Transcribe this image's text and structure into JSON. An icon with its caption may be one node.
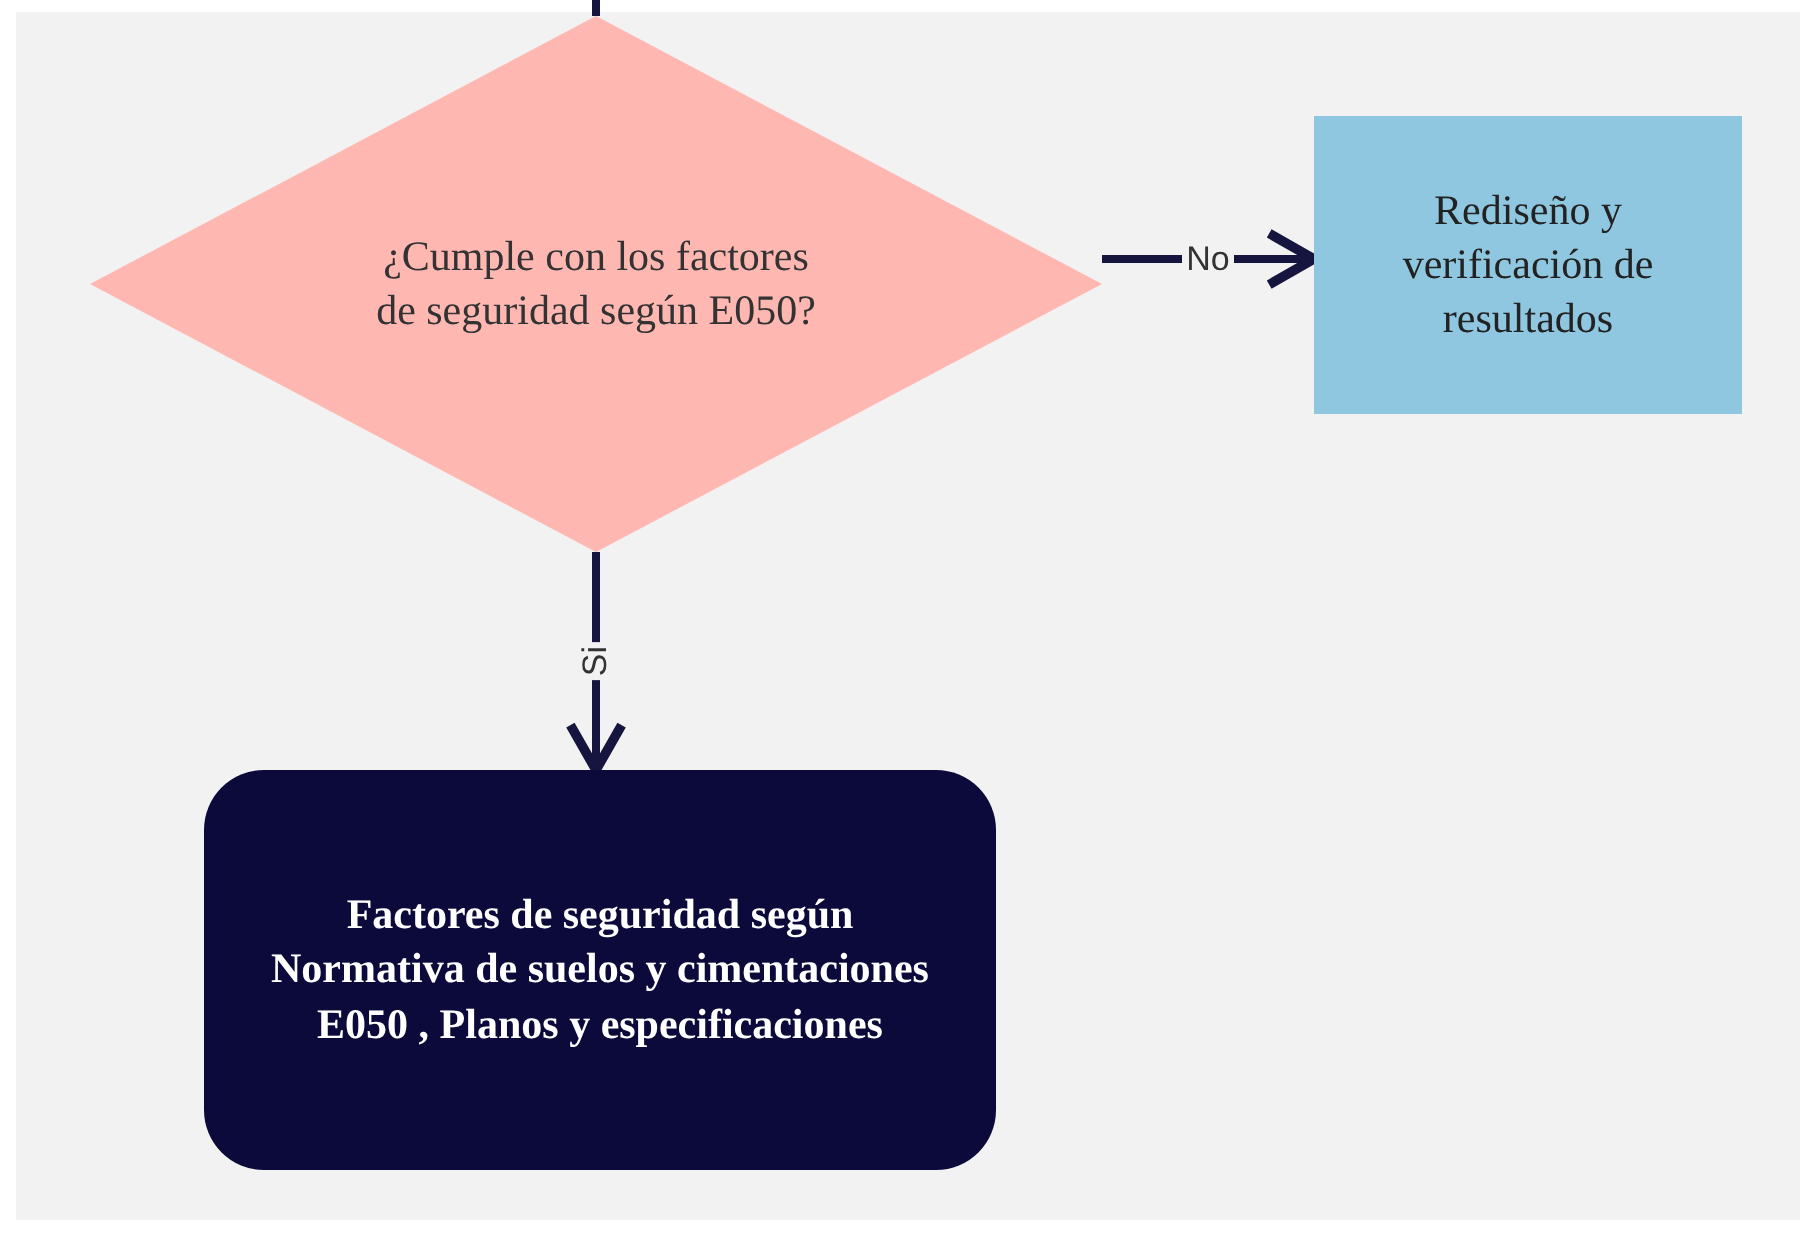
{
  "diagram": {
    "nodes": [
      {
        "text": [
          "¿Cumple con los factores de seguridad según E050?"
        ]
      },
      {
        "text": [
          "Rediseño y verificación de resultados"
        ]
      },
      {
        "text": [
          "Factores de seguridad según Normativa de suelos y cimentaciones E050 , Planos y especificaciones"
        ]
      }
    ],
    "edges": [
      {
        "from": null,
        "to": 0,
        "arrow": "none"
      },
      {
        "from": 0,
        "to": 1,
        "arrow": "to",
        "label": "No"
      },
      {
        "from": 0,
        "to": 2,
        "arrow": "to",
        "label": "Si"
      }
    ]
  }
}
